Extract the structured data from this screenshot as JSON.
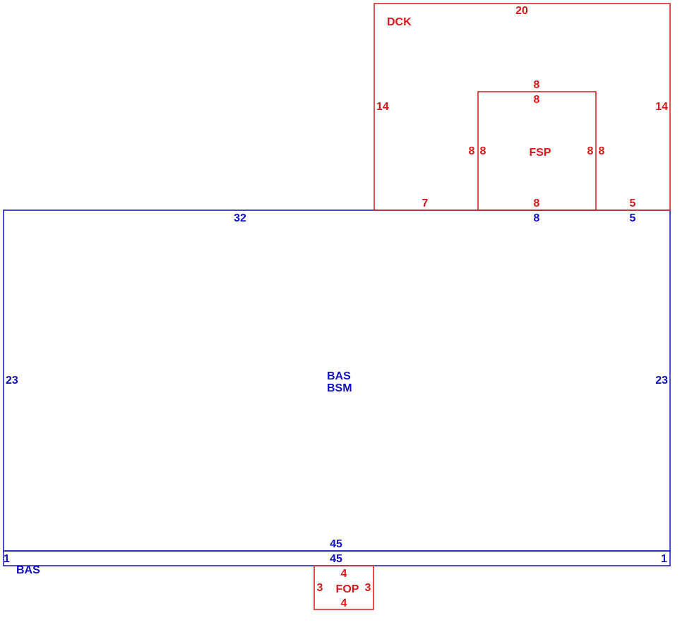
{
  "colors": {
    "blue": "#1010c0",
    "red": "#d81818"
  },
  "areas": {
    "bas_main": {
      "code": "BAS",
      "sub_code": "BSM",
      "top_left_dim": "32",
      "top_right_a": "8",
      "top_right_b": "5",
      "left_dim": "23",
      "right_dim": "23",
      "bottom_dim": "45"
    },
    "bas_strip": {
      "code": "BAS",
      "top_dim": "45",
      "left_dim": "1",
      "right_dim": "1"
    },
    "dck": {
      "code": "DCK",
      "top_dim": "20",
      "left_dim": "14",
      "right_dim": "14",
      "bottom_left_dim": "7",
      "bottom_mid_dim": "8",
      "bottom_right_dim": "5"
    },
    "fsp": {
      "code": "FSP",
      "top_outer_dim": "8",
      "top_inner_dim": "8",
      "left_outer_dim": "8",
      "left_inner_dim": "8",
      "right_inner_dim": "8",
      "right_outer_dim": "8"
    },
    "fop": {
      "code": "FOP",
      "top_dim": "4",
      "bottom_dim": "4",
      "left_dim": "3",
      "right_dim": "3"
    }
  }
}
